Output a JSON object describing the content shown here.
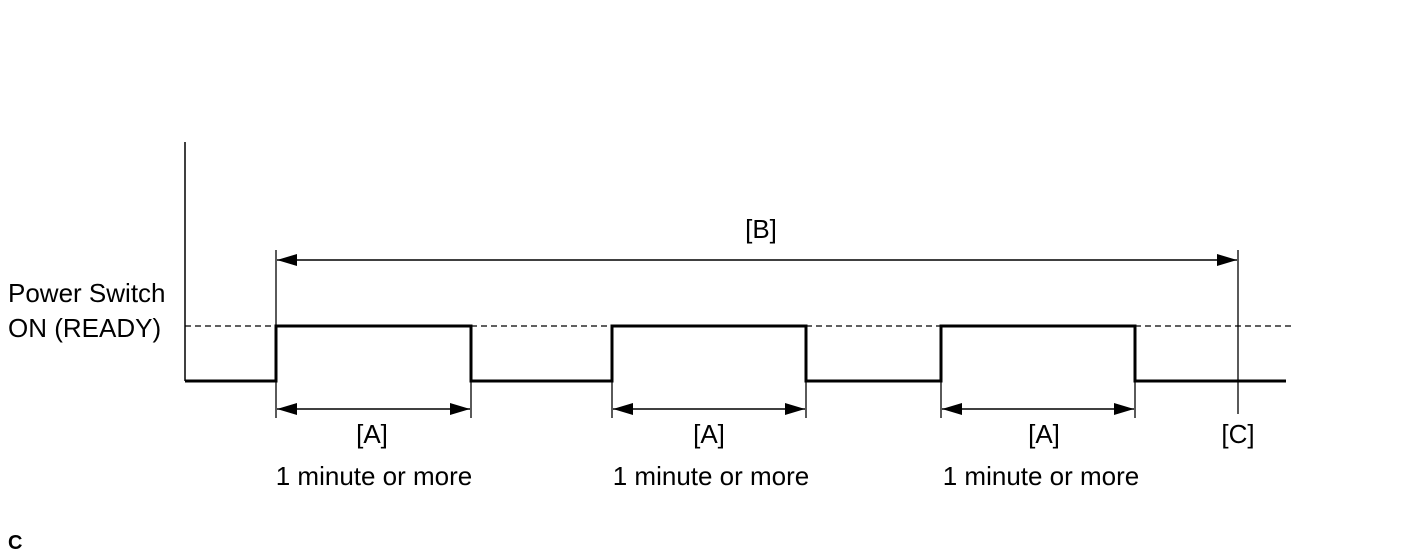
{
  "diagram": {
    "y_label_line1": "Power Switch",
    "y_label_line2": "ON (READY)",
    "span_b_label": "[B]",
    "pulses": [
      {
        "label": "[A]",
        "duration": "1 minute or more"
      },
      {
        "label": "[A]",
        "duration": "1 minute or more"
      },
      {
        "label": "[A]",
        "duration": "1 minute or more"
      }
    ],
    "end_marker_label": "[C]",
    "corner_code": "C"
  }
}
